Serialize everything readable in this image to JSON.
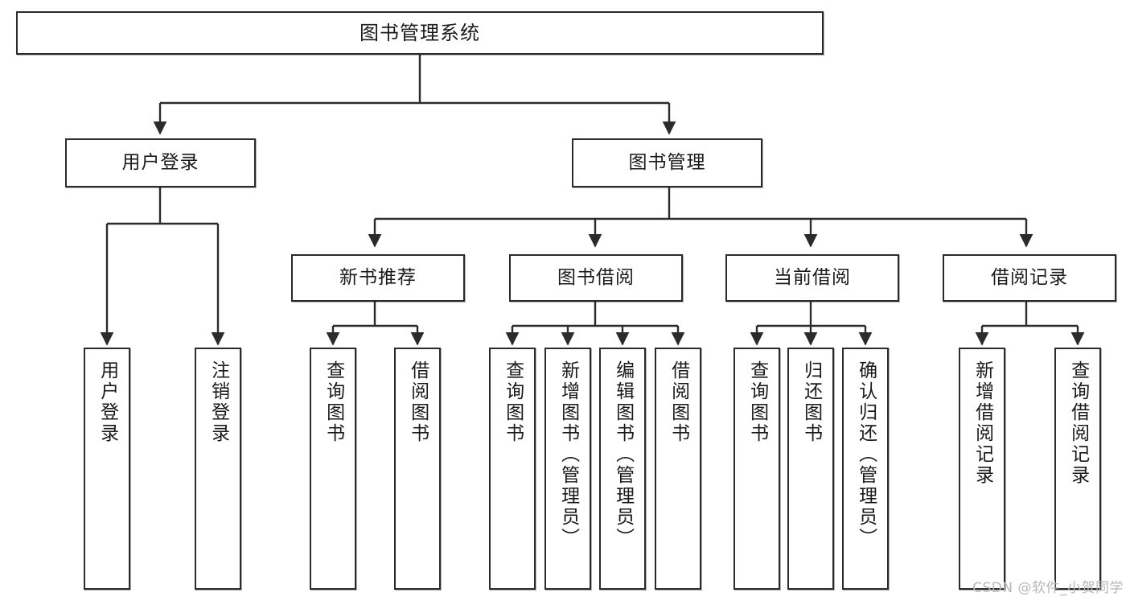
{
  "diagram": {
    "type": "tree-hierarchy-chart",
    "title": "图书管理系统",
    "watermark": "CSDN @软件_小贺同学",
    "colors": {
      "box_border": "#2b2b2b",
      "box_fill": "#ffffff",
      "connector": "#2b2b2b",
      "text": "#1a1a1a",
      "watermark": "#b7b7b7"
    },
    "levels": {
      "root": {
        "label": "图书管理系统"
      },
      "level2": [
        {
          "label": "用户登录"
        },
        {
          "label": "图书管理"
        }
      ],
      "level3": [
        {
          "label": "新书推荐",
          "parent": "图书管理"
        },
        {
          "label": "图书借阅",
          "parent": "图书管理"
        },
        {
          "label": "当前借阅",
          "parent": "图书管理"
        },
        {
          "label": "借阅记录",
          "parent": "图书管理"
        }
      ],
      "leaves": [
        {
          "label": "用户登录",
          "parent": "用户登录"
        },
        {
          "label": "注销登录",
          "parent": "用户登录"
        },
        {
          "label": "查询图书",
          "parent": "新书推荐"
        },
        {
          "label": "借阅图书",
          "parent": "新书推荐"
        },
        {
          "label": "查询图书",
          "parent": "图书借阅"
        },
        {
          "label": "新增图书（管理员）",
          "parent": "图书借阅"
        },
        {
          "label": "编辑图书（管理员）",
          "parent": "图书借阅"
        },
        {
          "label": "借阅图书",
          "parent": "图书借阅"
        },
        {
          "label": "查询图书",
          "parent": "当前借阅"
        },
        {
          "label": "归还图书",
          "parent": "当前借阅"
        },
        {
          "label": "确认归还（管理员）",
          "parent": "当前借阅"
        },
        {
          "label": "新增借阅记录",
          "parent": "借阅记录"
        },
        {
          "label": "查询借阅记录",
          "parent": "借阅记录"
        }
      ]
    }
  }
}
